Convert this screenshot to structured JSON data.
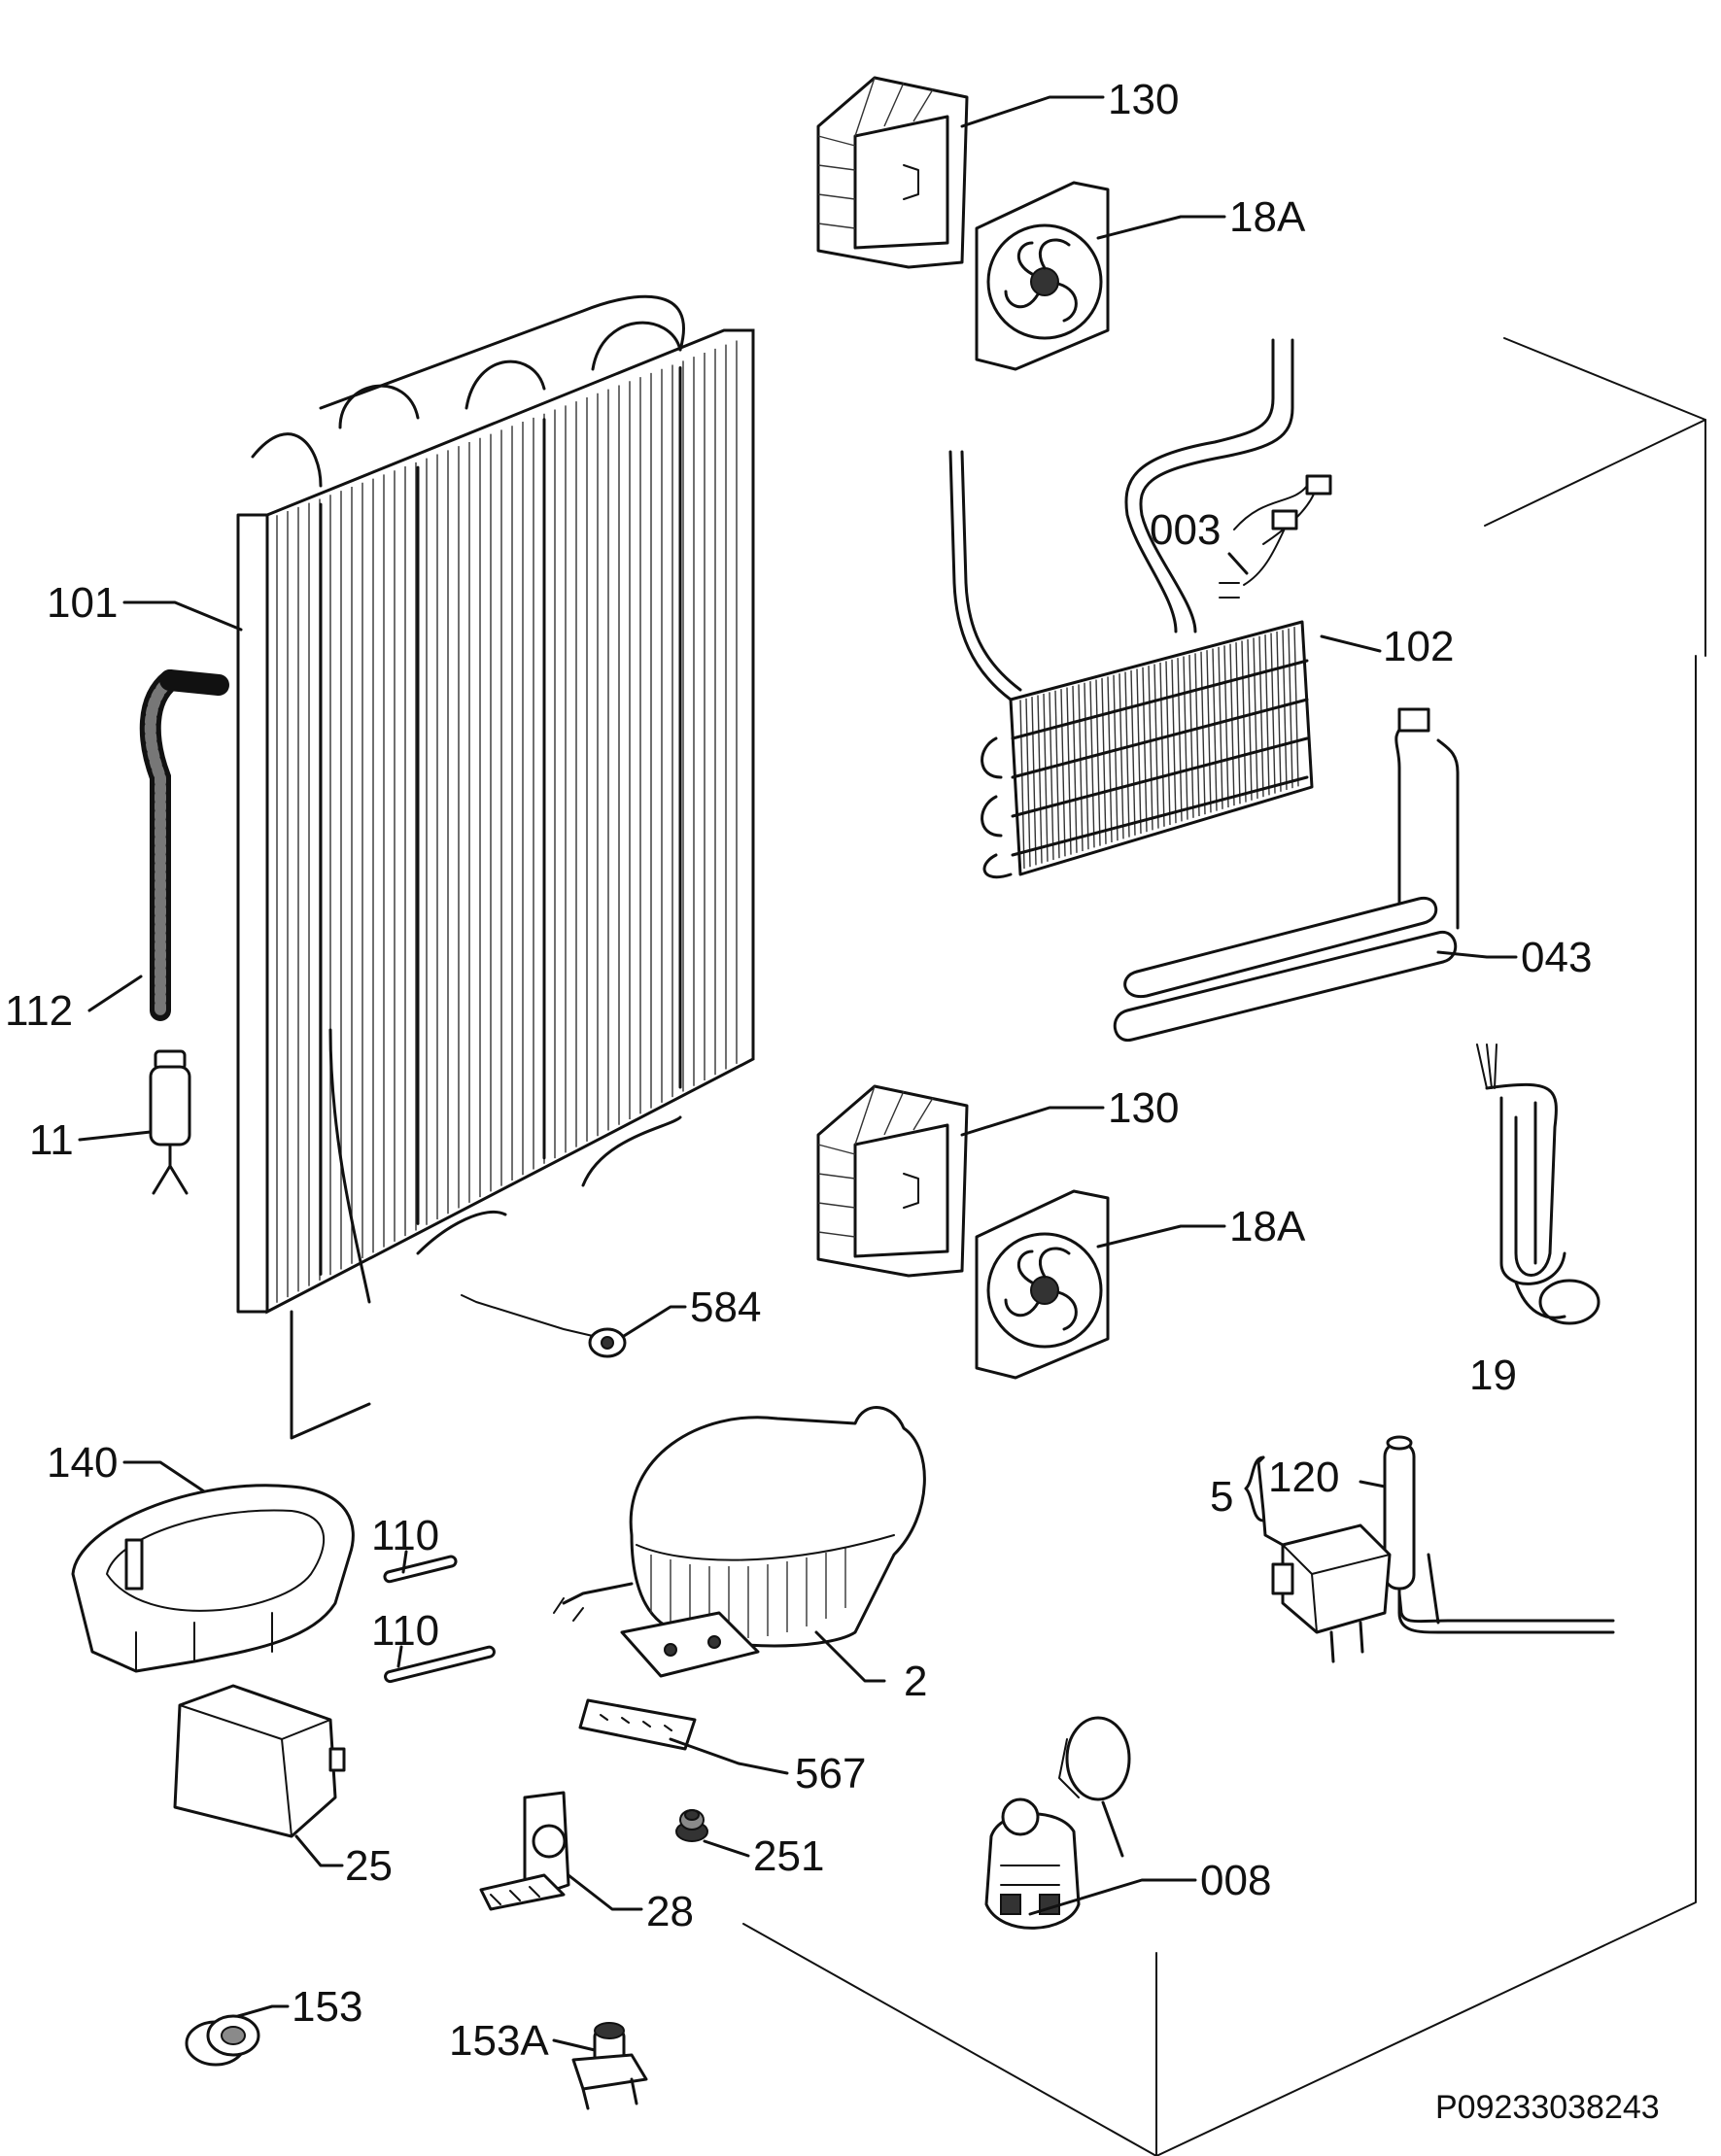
{
  "labels": {
    "p130_top": "130",
    "p18a_top": "18A",
    "p003": "003",
    "p102": "102",
    "p101": "101",
    "p112": "112",
    "p043": "043",
    "p11": "11",
    "p130_mid": "130",
    "p18a_mid": "18A",
    "p19": "19",
    "p584": "584",
    "p140": "140",
    "p5": "5",
    "p120": "120",
    "p110_a": "110",
    "p110_b": "110",
    "p2": "2",
    "p567": "567",
    "p25": "25",
    "p251": "251",
    "p008": "008",
    "p28": "28",
    "p153": "153",
    "p153a": "153A"
  },
  "drawing_code": "P09233038243"
}
